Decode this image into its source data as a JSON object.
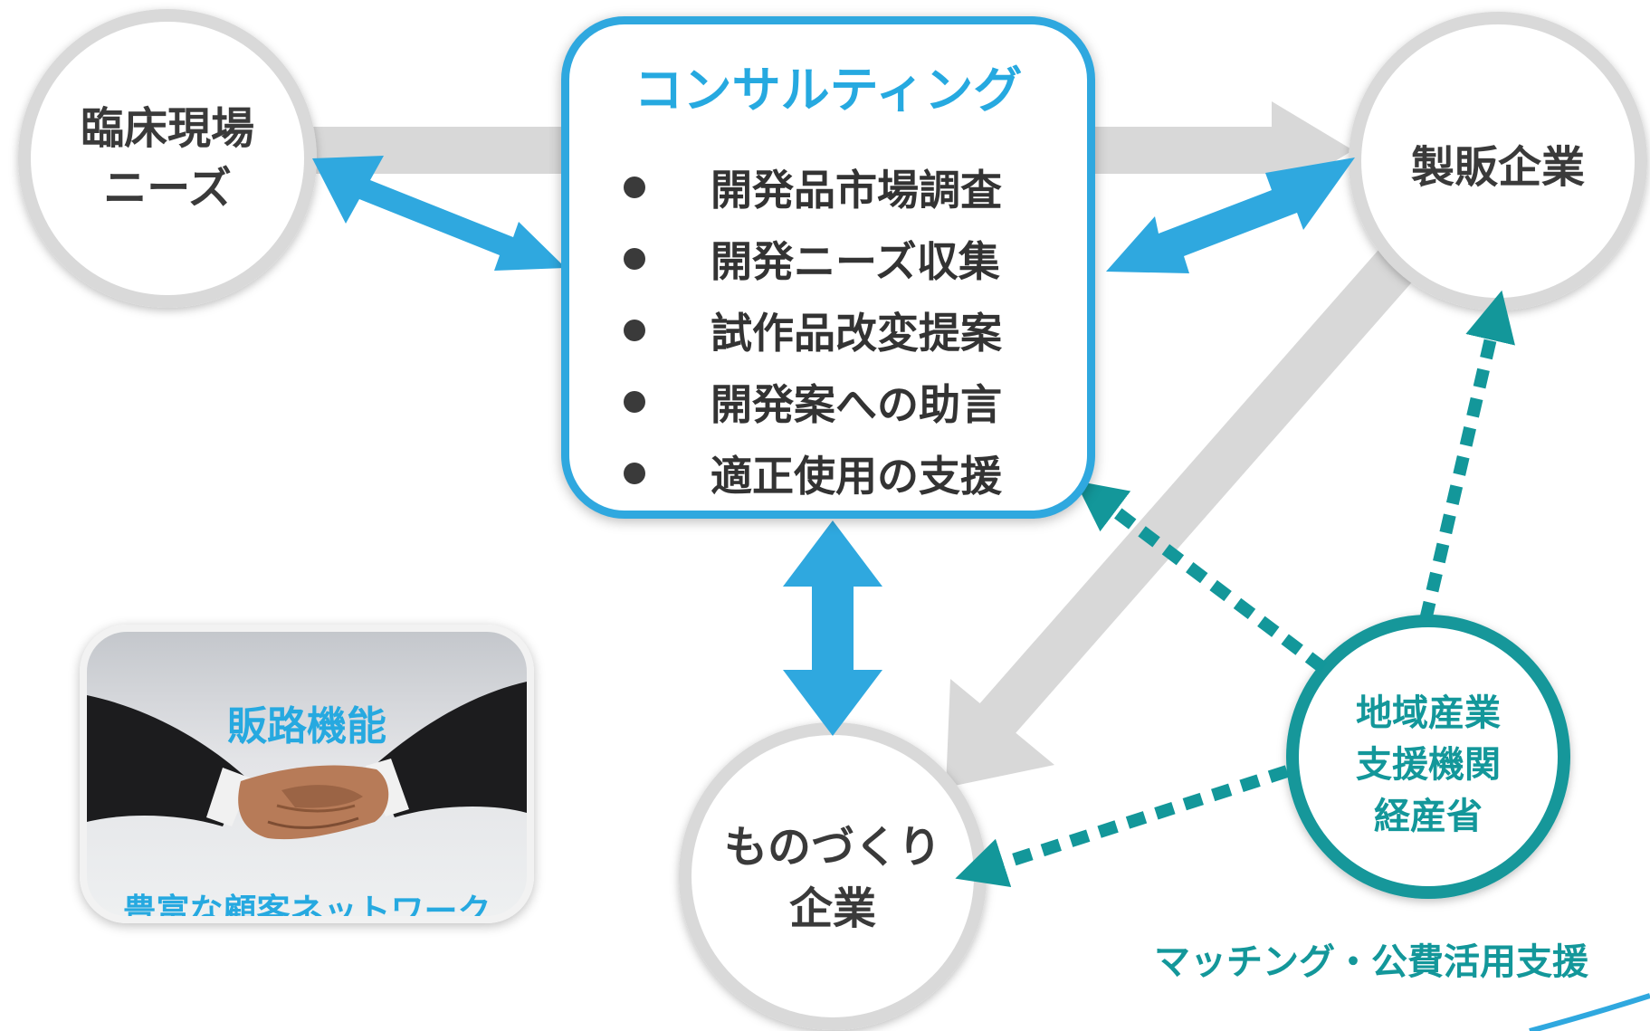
{
  "nodes": {
    "clinical": {
      "lines": [
        "臨床現場",
        "ニーズ"
      ]
    },
    "manufacturer": {
      "lines": [
        "製販企業"
      ]
    },
    "monozukuri": {
      "lines": [
        "ものづくり",
        "企業"
      ]
    },
    "support_agency": {
      "lines": [
        "地域産業",
        "支援機関",
        "経産省"
      ]
    }
  },
  "consulting": {
    "title": "コンサルティング",
    "items": [
      "開発品市場調査",
      "開発ニーズ収集",
      "試作品改変提案",
      "開発案への助言",
      "適正使用の支援"
    ]
  },
  "sales_card": {
    "title": "販路機能",
    "subtitle": "豊富な顧客ネットワーク"
  },
  "matching_caption": "マッチング・公費活用支援",
  "colors": {
    "accent_blue": "#2fa8df",
    "teal": "#13979a",
    "circle_border": "#d9d9d9",
    "gray_arrow": "#d8d8d8",
    "text_dark": "#3a3a3a"
  }
}
